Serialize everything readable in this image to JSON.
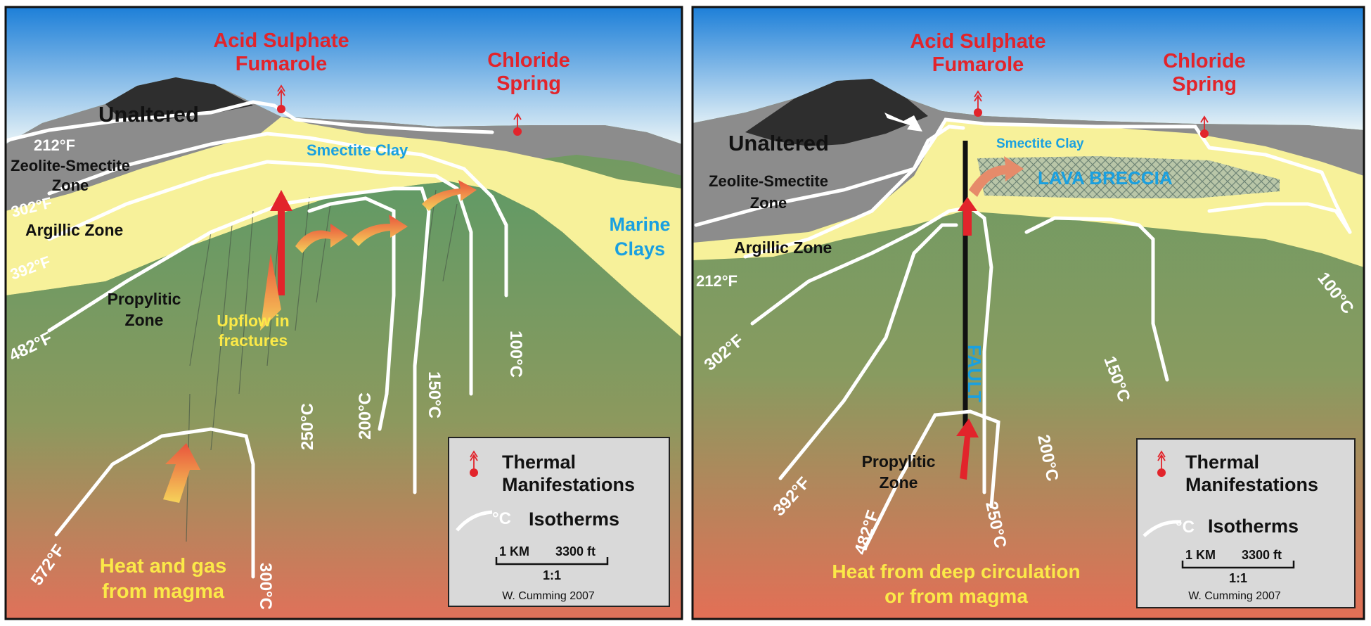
{
  "colors": {
    "sky_top": "#1d7fd8",
    "sky_bottom": "#e8f3f7",
    "volcano": "#2e2e2e",
    "unaltered": "#8c8c8c",
    "clay_cap": "#f7f19a",
    "reservoir": "#5f9a66",
    "heat": "#e86a4e",
    "isotherm": "#ffffff",
    "manifestation": "#e2242b",
    "label_blue": "#1aa0e0",
    "label_yellow": "#fbe948"
  },
  "left": {
    "acid_fumarole": [
      "Acid Sulphate",
      "Fumarole"
    ],
    "chloride_spring": [
      "Chloride",
      "Spring"
    ],
    "unaltered": "Unaltered",
    "smectite": "Smectite Clay",
    "zeolite": [
      "Zeolite-Smectite",
      "Zone"
    ],
    "argillic": "Argillic Zone",
    "propylitic": [
      "Propylitic",
      "Zone"
    ],
    "marine": [
      "Marine",
      "Clays"
    ],
    "upflow": [
      "Upflow in",
      "fractures"
    ],
    "heat": [
      "Heat and gas",
      "from magma"
    ],
    "isotherms_f": [
      "212°F",
      "302°F",
      "392°F",
      "482°F",
      "572°F"
    ],
    "isotherms_c": [
      "100°C",
      "150°C",
      "200°C",
      "250°C",
      "300°C"
    ]
  },
  "right": {
    "acid_fumarole": [
      "Acid Sulphate",
      "Fumarole"
    ],
    "chloride_spring": [
      "Chloride",
      "Spring"
    ],
    "unaltered": "Unaltered",
    "smectite": "Smectite Clay",
    "lava_breccia": "LAVA BRECCIA",
    "zeolite": [
      "Zeolite-Smectite",
      "Zone"
    ],
    "argillic": "Argillic Zone",
    "propylitic": [
      "Propylitic",
      "Zone"
    ],
    "fault": "FAULT",
    "heat": [
      "Heat from deep circulation",
      "or from magma"
    ],
    "isotherms_f": [
      "212°F",
      "302°F",
      "392°F",
      "482°F"
    ],
    "isotherms_c": [
      "100°C",
      "150°C",
      "200°C",
      "250°C"
    ]
  },
  "legend": {
    "thermal": [
      "Thermal",
      "Manifestations"
    ],
    "isotherm_unit": "°C",
    "isotherms": "Isotherms",
    "scale_km": "1 KM",
    "scale_ft": "3300 ft",
    "ratio": "1:1",
    "credit": "W. Cumming 2007"
  }
}
